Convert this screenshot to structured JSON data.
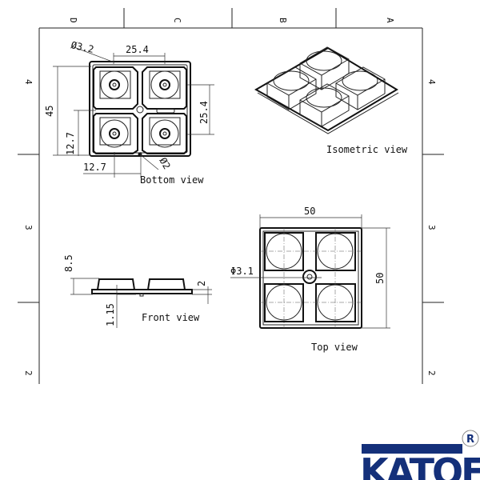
{
  "frame": {
    "columns": [
      "D",
      "C",
      "B",
      "A"
    ],
    "rows": [
      "4",
      "3",
      "2"
    ]
  },
  "bottom_view": {
    "label": "Bottom view",
    "dims": {
      "hole_top": "Ø3.2",
      "pitch_h": "25.4",
      "overall_v": "45",
      "half_v": "12.7",
      "pitch_v": "25.4",
      "half_h": "12.7",
      "hole_bottom": "Ø2"
    }
  },
  "isometric_view": {
    "label": "Isometric view"
  },
  "front_view": {
    "label": "Front view",
    "dims": {
      "height": "8.5",
      "plate": "2",
      "offset": "1.15"
    }
  },
  "top_view": {
    "label": "Top view",
    "dims": {
      "width": "50",
      "height": "50",
      "hole": "Φ3.1"
    }
  },
  "logo": {
    "text": "KATOF",
    "mark": "R",
    "color": "#14307a"
  }
}
